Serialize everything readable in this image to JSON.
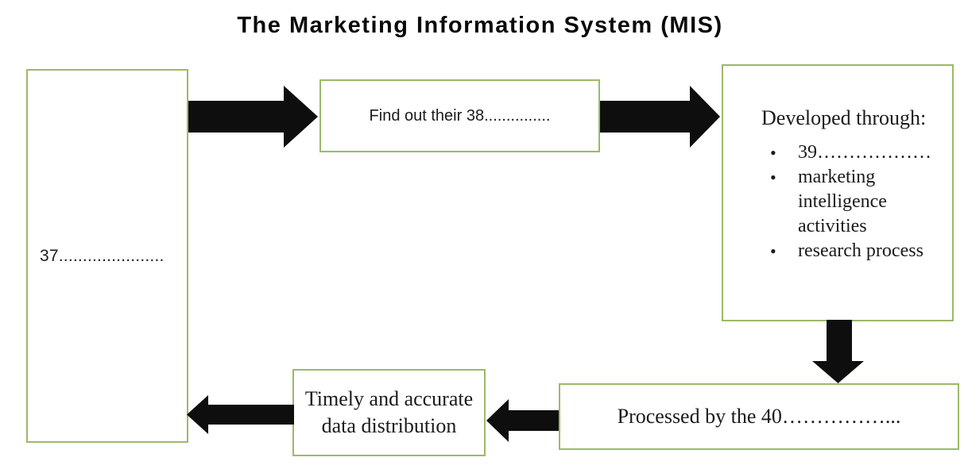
{
  "title": "The Marketing Information System (MIS)",
  "colors": {
    "background": "#ffffff",
    "box_border": "#9cb968",
    "arrow_color": "#0e0e0e",
    "text_color": "#1b1b1b",
    "title_color": "#0a0a0a"
  },
  "boxes": {
    "box37": {
      "label": "37......................"
    },
    "box38": {
      "label": "Find out their 38..............."
    },
    "developed": {
      "heading": "Developed through:",
      "bullet_icon": "•",
      "bullets": [
        "39………………",
        "marketing intelligence activities",
        "research process"
      ]
    },
    "box40": {
      "label": "Processed by the 40……………..."
    },
    "timely": {
      "label": "Timely and accurate data distribution"
    }
  },
  "arrows": {
    "a1": "flow from box 37 to box 38",
    "a2": "flow from box 38 to developed-through box",
    "a3": "flow from developed-through box down to box 40",
    "a4": "flow from box 40 to timely distribution box",
    "a5": "flow from timely distribution box to box 37"
  }
}
